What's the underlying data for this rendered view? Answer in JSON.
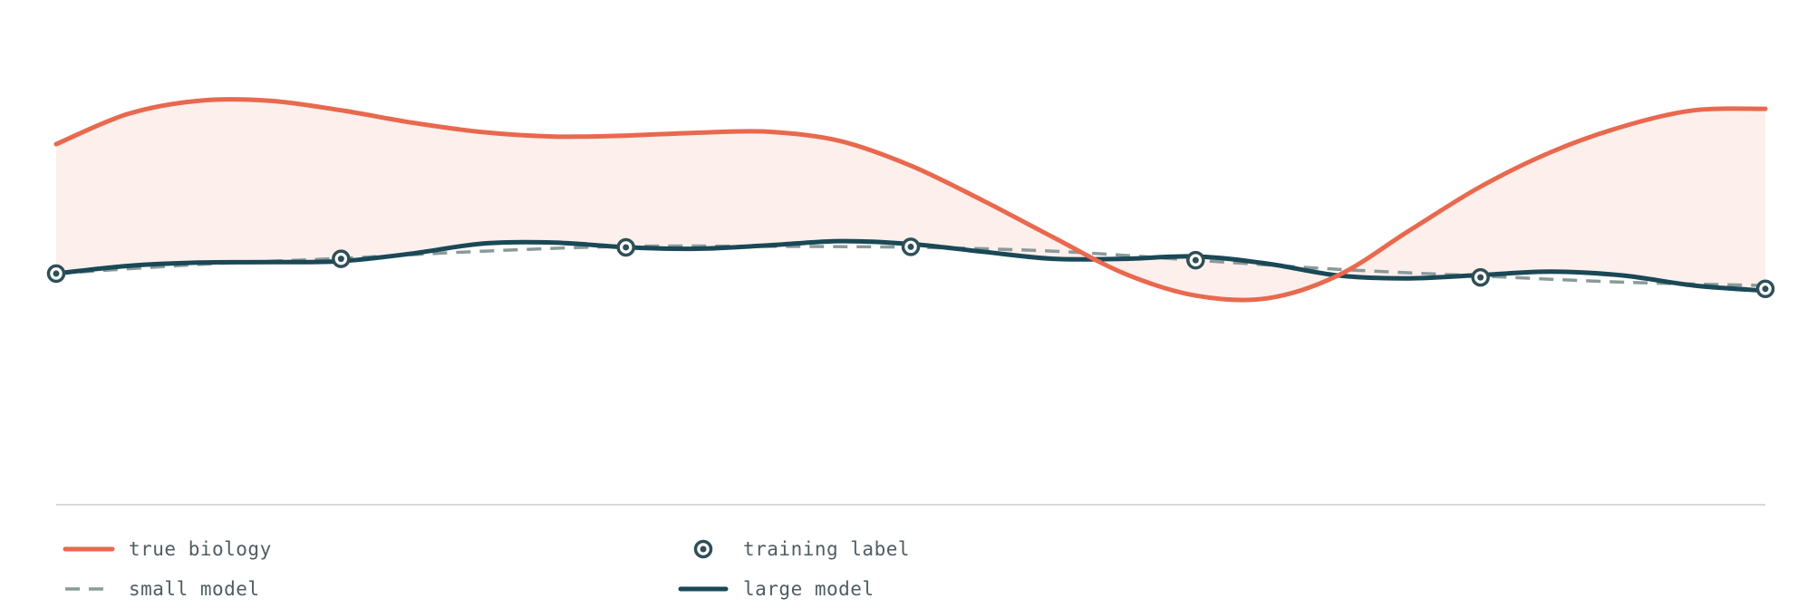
{
  "chart_data": {
    "type": "line",
    "title": "",
    "xlabel": "",
    "ylabel": "",
    "x": [
      0,
      1,
      2,
      3,
      4,
      5,
      6
    ],
    "xlim": [
      0,
      6
    ],
    "ylim": [
      0,
      1
    ],
    "grid": false,
    "legend_placement": "bottom",
    "series": [
      {
        "name": "true biology",
        "style": "solid",
        "color": "#e8694e",
        "fill_to_large_model": true,
        "fill_color": "#fdefec",
        "points": [
          [
            0,
            0.755
          ],
          [
            0.25,
            0.818
          ],
          [
            0.5,
            0.846
          ],
          [
            0.75,
            0.846
          ],
          [
            1,
            0.826
          ],
          [
            1.25,
            0.8
          ],
          [
            1.5,
            0.78
          ],
          [
            1.75,
            0.771
          ],
          [
            2,
            0.773
          ],
          [
            2.25,
            0.779
          ],
          [
            2.5,
            0.781
          ],
          [
            2.75,
            0.762
          ],
          [
            3,
            0.71
          ],
          [
            3.25,
            0.638
          ],
          [
            3.5,
            0.56
          ],
          [
            3.75,
            0.484
          ],
          [
            4,
            0.438
          ],
          [
            4.25,
            0.432
          ],
          [
            4.5,
            0.48
          ],
          [
            4.75,
            0.574
          ],
          [
            5,
            0.666
          ],
          [
            5.25,
            0.739
          ],
          [
            5.5,
            0.792
          ],
          [
            5.75,
            0.826
          ],
          [
            6,
            0.829
          ]
        ]
      },
      {
        "name": "small model",
        "style": "dashed",
        "color": "#8a9a9a",
        "points": [
          [
            0,
            0.484
          ],
          [
            0.5,
            0.503
          ],
          [
            1,
            0.516
          ],
          [
            1.5,
            0.531
          ],
          [
            2,
            0.541
          ],
          [
            2.5,
            0.541
          ],
          [
            3,
            0.539
          ],
          [
            3.5,
            0.531
          ],
          [
            4,
            0.512
          ],
          [
            4.5,
            0.493
          ],
          [
            5,
            0.479
          ],
          [
            5.5,
            0.466
          ],
          [
            6,
            0.459
          ]
        ]
      },
      {
        "name": "large model",
        "style": "solid",
        "color": "#1a4856",
        "points": [
          [
            0,
            0.484
          ],
          [
            0.25,
            0.5
          ],
          [
            0.5,
            0.507
          ],
          [
            0.75,
            0.508
          ],
          [
            1,
            0.51
          ],
          [
            1.25,
            0.526
          ],
          [
            1.5,
            0.547
          ],
          [
            1.75,
            0.549
          ],
          [
            2,
            0.539
          ],
          [
            2.25,
            0.536
          ],
          [
            2.5,
            0.543
          ],
          [
            2.75,
            0.552
          ],
          [
            3,
            0.546
          ],
          [
            3.25,
            0.53
          ],
          [
            3.5,
            0.515
          ],
          [
            3.75,
            0.515
          ],
          [
            4,
            0.52
          ],
          [
            4.25,
            0.505
          ],
          [
            4.5,
            0.48
          ],
          [
            4.75,
            0.474
          ],
          [
            5,
            0.481
          ],
          [
            5.25,
            0.488
          ],
          [
            5.5,
            0.48
          ],
          [
            5.75,
            0.459
          ],
          [
            6,
            0.448
          ]
        ]
      },
      {
        "name": "training label",
        "style": "marker",
        "color": "#2f4f57",
        "points": [
          [
            0,
            0.484
          ],
          [
            1,
            0.515
          ],
          [
            2,
            0.539
          ],
          [
            3,
            0.54
          ],
          [
            4,
            0.512
          ],
          [
            5,
            0.476
          ],
          [
            6,
            0.452
          ]
        ]
      }
    ]
  },
  "legend": {
    "true_biology": "true biology",
    "training_label": "training label",
    "small_model": "small model",
    "large_model": "large model"
  },
  "colors": {
    "true_biology": "#e8694e",
    "fill": "#fdefec",
    "small_model": "#8a9a9a",
    "large_model": "#1a4856",
    "training_label": "#2f4f57",
    "baseline": "#d9d9d9"
  }
}
